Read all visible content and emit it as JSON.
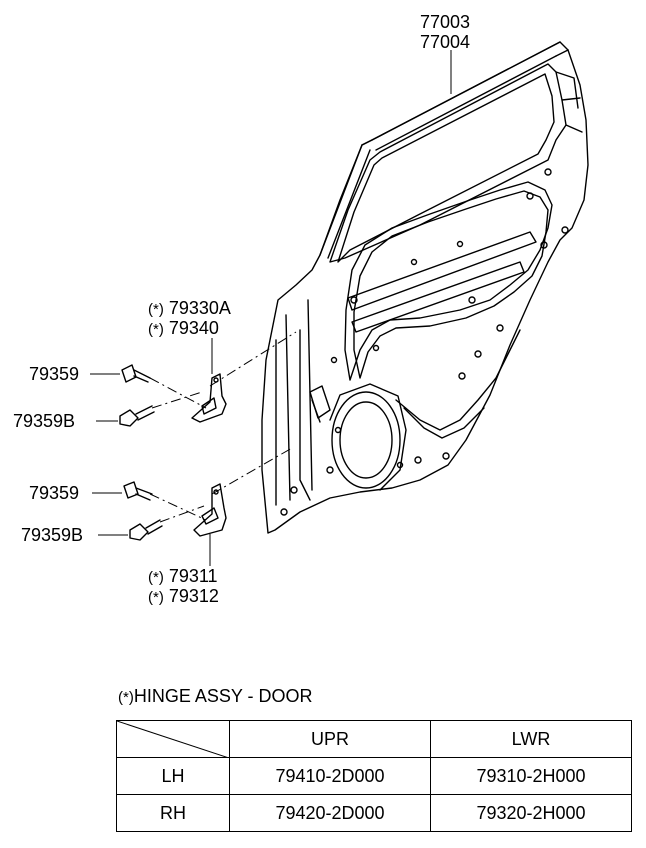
{
  "callouts": {
    "door_panel": [
      "77003",
      "77004"
    ],
    "upper_hinge": [
      "79330A",
      "79340"
    ],
    "upper_bolt": "79359",
    "upper_bolt_b": "79359B",
    "lower_bolt": "79359",
    "lower_bolt_b": "79359B",
    "lower_hinge": [
      "79311",
      "79312"
    ],
    "asterisk": "(*)"
  },
  "legend": {
    "marker": "(*)",
    "text": "HINGE ASSY - DOOR"
  },
  "table": {
    "columns": [
      "UPR",
      "LWR"
    ],
    "rows": [
      {
        "side": "LH",
        "upr": "79410-2D000",
        "lwr": "79310-2H000"
      },
      {
        "side": "RH",
        "upr": "79420-2D000",
        "lwr": "79320-2H000"
      }
    ]
  }
}
